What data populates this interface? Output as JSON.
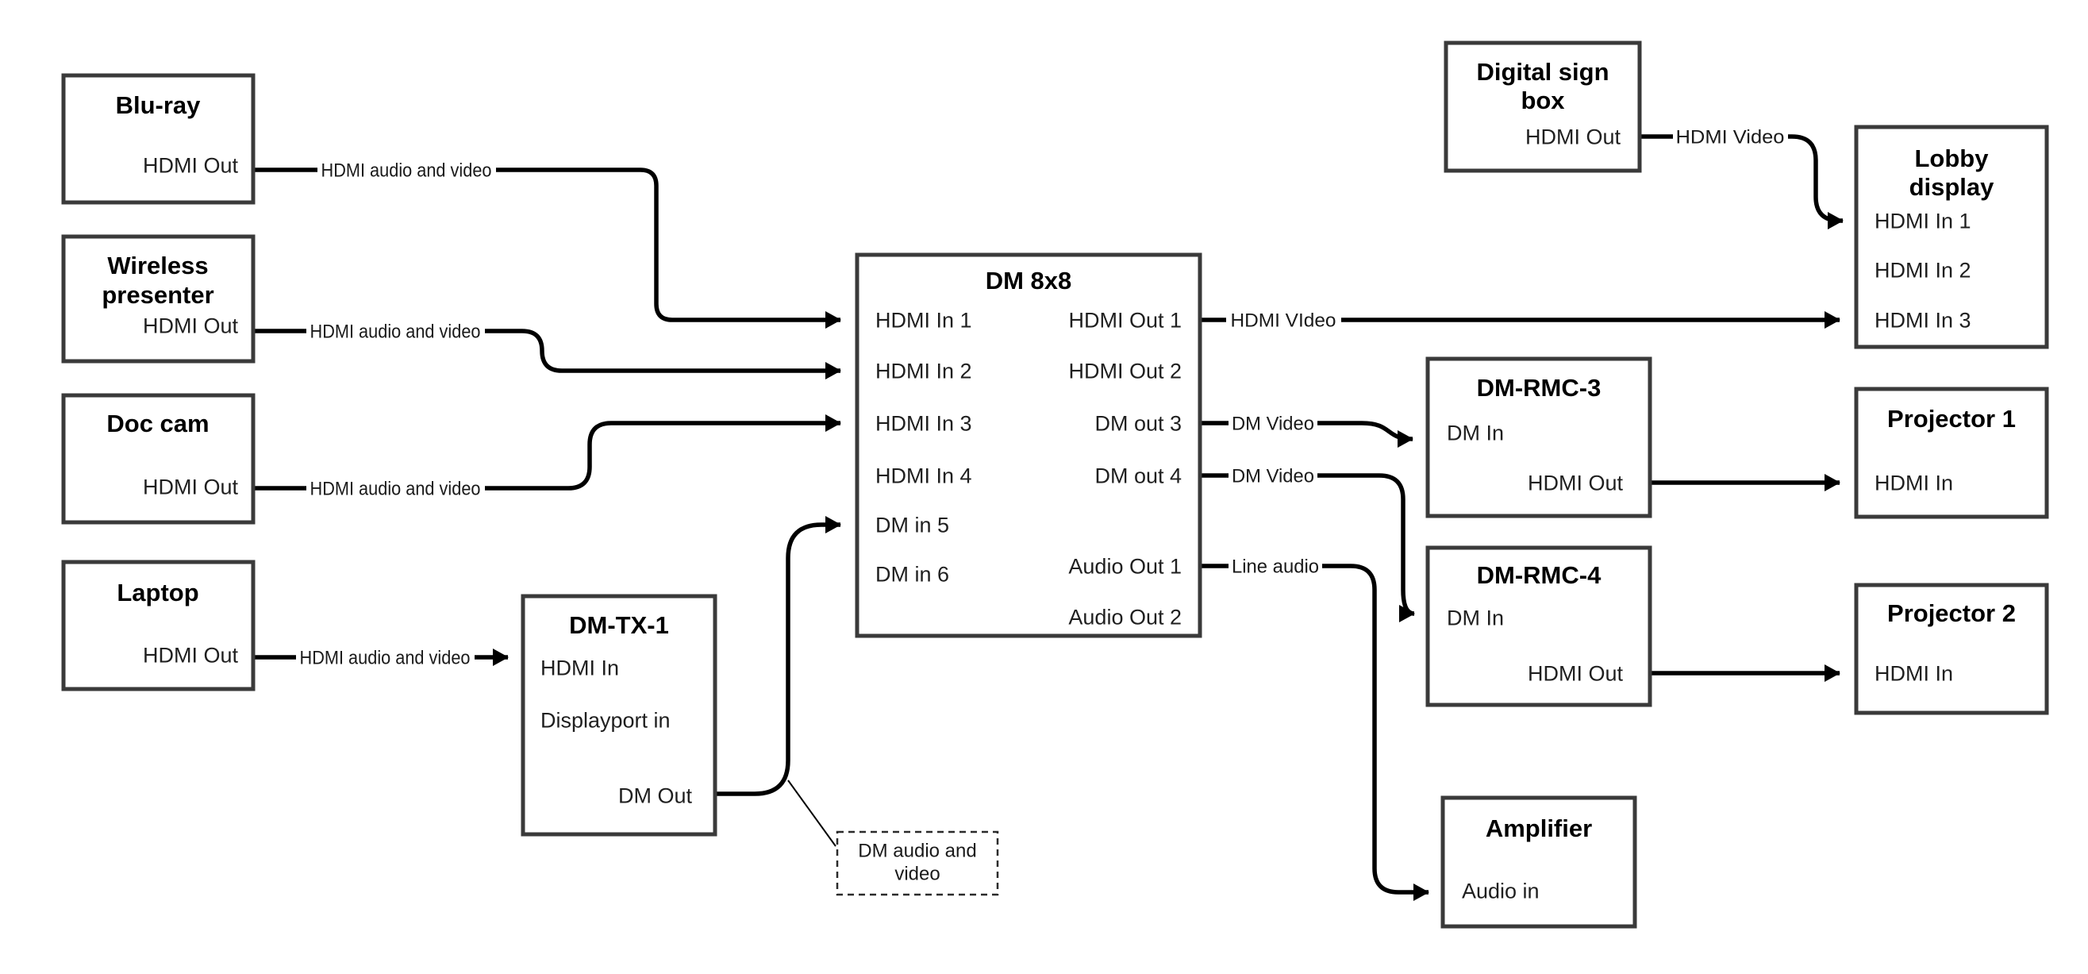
{
  "diagram_type": "av-signal-flow",
  "colors": {
    "background": "#ffffff",
    "box_border": "#3a3a3a",
    "wire": "#000000",
    "text": "#000000"
  },
  "nodes": {
    "blu_ray": {
      "title": "Blu-ray",
      "ports": {
        "hdmi_out": "HDMI Out"
      }
    },
    "wireless_presenter": {
      "title_line1": "Wireless",
      "title_line2": "presenter",
      "ports": {
        "hdmi_out": "HDMI Out"
      }
    },
    "doc_cam": {
      "title": "Doc cam",
      "ports": {
        "hdmi_out": "HDMI Out"
      }
    },
    "laptop": {
      "title": "Laptop",
      "ports": {
        "hdmi_out": "HDMI Out"
      }
    },
    "dm_tx_1": {
      "title": "DM-TX-1",
      "ports": {
        "hdmi_in": "HDMI In",
        "displayport_in": "Displayport in",
        "dm_out": "DM Out"
      }
    },
    "dm_8x8": {
      "title": "DM 8x8",
      "ports_left": [
        "HDMI In 1",
        "HDMI In 2",
        "HDMI In 3",
        "HDMI In 4",
        "DM in 5",
        "DM in 6"
      ],
      "ports_right": [
        "HDMI Out 1",
        "HDMI Out 2",
        "DM out 3",
        "DM out 4",
        "Audio Out 1",
        "Audio Out 2"
      ]
    },
    "digital_sign_box": {
      "title_line1": "Digital sign",
      "title_line2": "box",
      "ports": {
        "hdmi_out": "HDMI Out"
      }
    },
    "lobby_display": {
      "title_line1": "Lobby",
      "title_line2": "display",
      "ports_left": [
        "HDMI In 1",
        "HDMI In 2",
        "HDMI In 3"
      ]
    },
    "dm_rmc_3": {
      "title": "DM-RMC-3",
      "ports": {
        "dm_in": "DM In",
        "hdmi_out": "HDMI Out"
      }
    },
    "projector_1": {
      "title": "Projector 1",
      "ports": {
        "hdmi_in": "HDMI In"
      }
    },
    "dm_rmc_4": {
      "title": "DM-RMC-4",
      "ports": {
        "dm_in": "DM In",
        "hdmi_out": "HDMI Out"
      }
    },
    "projector_2": {
      "title": "Projector 2",
      "ports": {
        "hdmi_in": "HDMI In"
      }
    },
    "amplifier": {
      "title": "Amplifier",
      "ports": {
        "audio_in": "Audio in"
      }
    }
  },
  "edge_labels": {
    "blu_ray_line": "HDMI audio and video",
    "wireless_line": "HDMI audio and video",
    "doc_cam_line": "HDMI audio and video",
    "laptop_line": "HDMI audio and video",
    "hdmi_out_1_line": "HDMI VIdeo",
    "dm_out_3_line": "DM Video",
    "dm_out_4_line": "DM Video",
    "audio_out_1_line": "Line audio",
    "digital_sign_line": "HDMI Video",
    "dm_callout_line1": "DM audio and",
    "dm_callout_line2": "video"
  }
}
